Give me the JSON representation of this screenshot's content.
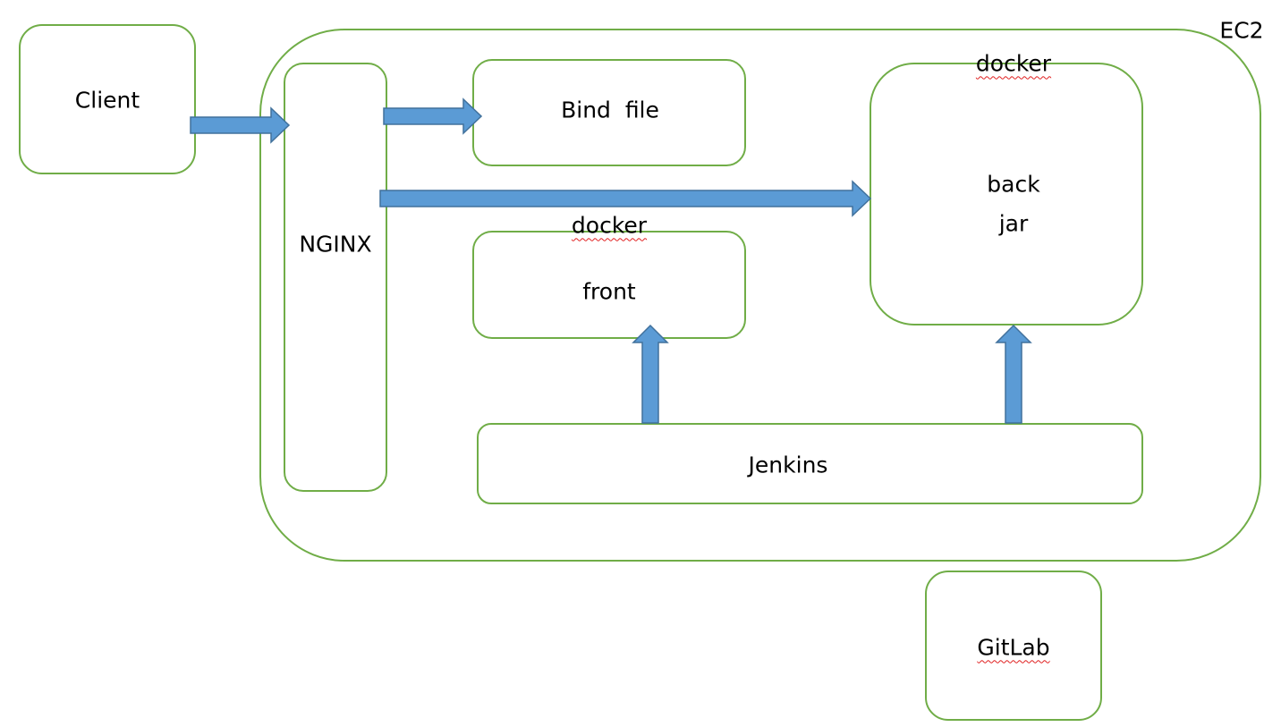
{
  "labels": {
    "ec2": "EC2",
    "client": "Client",
    "nginx": "NGINX",
    "bind_file": "Bind  file",
    "front_docker": "docker",
    "front": "front",
    "back_docker": "docker",
    "back": "back",
    "jar": "jar",
    "jenkins": "Jenkins",
    "gitlab": "GitLab"
  },
  "colors": {
    "border": "#70ad47",
    "arrow_fill": "#5b9bd5",
    "arrow_stroke": "#41719c"
  }
}
